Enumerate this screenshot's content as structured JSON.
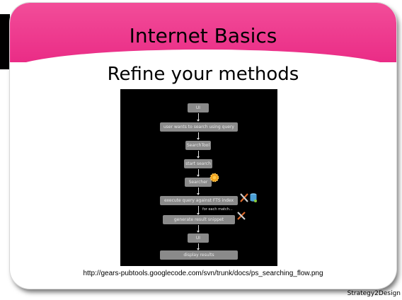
{
  "slide": {
    "title": "Internet Basics",
    "subtitle": "Refine your methods",
    "caption": "http://gears-pubtools.googlecode.com/svn/trunk/docs/ps_searching_flow.png",
    "footer": "Strategy2Design"
  },
  "diagram": {
    "nodes": [
      "UI",
      "user wants to search using query",
      "SearchTool",
      "start search",
      "Searcher",
      "execute query against FTS index",
      "generate result snippet",
      "UI",
      "display results"
    ],
    "loop_label": "for each match...",
    "icons": [
      "tool-db-icon",
      "sun-badge-icon",
      "tool-icon"
    ]
  },
  "colors": {
    "title_band": "#ea2c86",
    "diagram_background": "#000000",
    "node_fill": "#8a8a8a"
  }
}
